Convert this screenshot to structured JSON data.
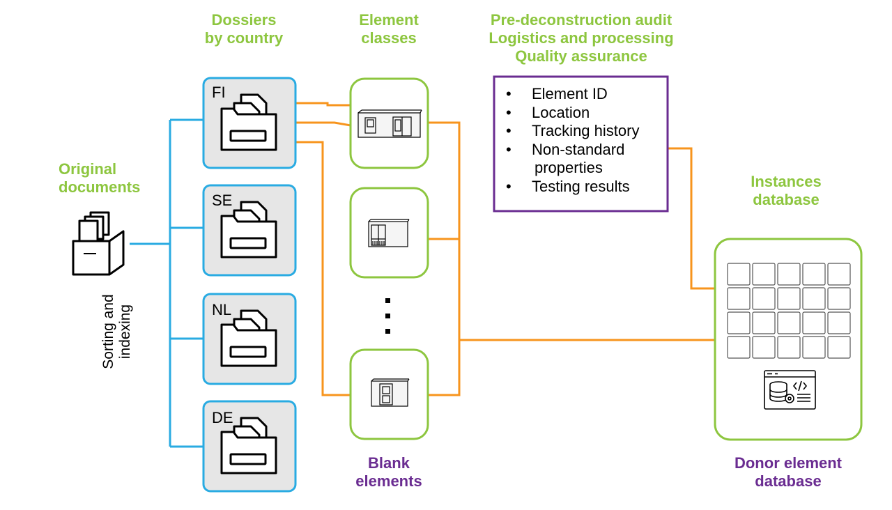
{
  "labels": {
    "original_documents": [
      "Original",
      "documents"
    ],
    "sorting_indexing": [
      "Sorting and",
      "indexing"
    ],
    "dossiers": [
      "Dossiers",
      "by country"
    ],
    "element_classes": [
      "Element",
      "classes"
    ],
    "audit": [
      "Pre-deconstruction audit",
      "Logistics and processing",
      "Quality assurance"
    ],
    "instances_database": [
      "Instances",
      "database"
    ],
    "blank_elements": [
      "Blank",
      "elements"
    ],
    "donor_database": [
      "Donor element",
      "database"
    ]
  },
  "countries": [
    "FI",
    "SE",
    "NL",
    "DE"
  ],
  "properties": [
    "Element ID",
    "Location",
    "Tracking history",
    "Non-standard",
    "properties",
    "Testing results"
  ],
  "ellipsis": ":",
  "colors": {
    "green": "#8dc63f",
    "purple": "#6a2c91",
    "blue": "#29abe2",
    "orange": "#f7941d",
    "dossier_fill": "#e6e6e6"
  },
  "icons": {
    "original": "document-box-icon",
    "dossier": "folder-document-icon",
    "element_class": "building-element-icon",
    "database": "database-code-icon"
  }
}
